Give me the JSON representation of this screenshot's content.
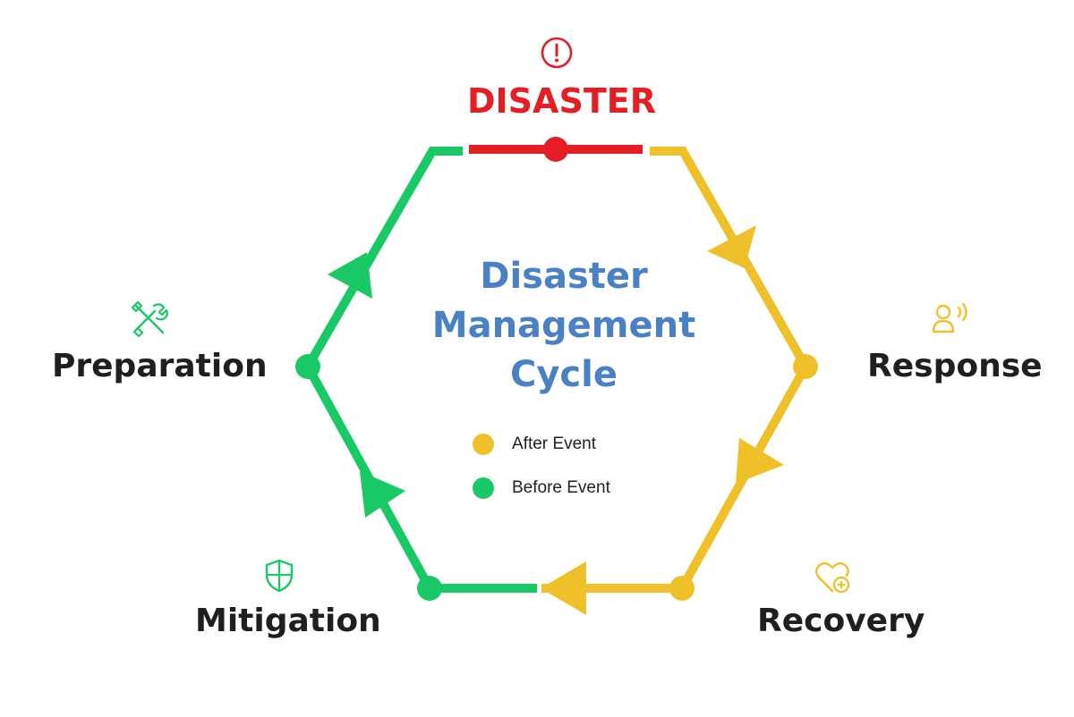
{
  "colors": {
    "disaster": "#e31e24",
    "after_event": "#f0c02a",
    "before_event": "#18c966",
    "title_blue": "#4a80c4",
    "label_dark": "#1f1f1f"
  },
  "disaster": {
    "label": "DISASTER",
    "icon": "alert-circle-icon"
  },
  "center": {
    "line1": "Disaster",
    "line2": "Management",
    "line3": "Cycle"
  },
  "phases": {
    "response": {
      "label": "Response",
      "icon": "person-broadcast-icon",
      "group": "after_event"
    },
    "recovery": {
      "label": "Recovery",
      "icon": "heart-plus-icon",
      "group": "after_event"
    },
    "mitigation": {
      "label": "Mitigation",
      "icon": "shield-icon",
      "group": "before_event"
    },
    "preparation": {
      "label": "Preparation",
      "icon": "tools-icon",
      "group": "before_event"
    }
  },
  "legend": {
    "after": "After Event",
    "before": "Before Event"
  }
}
